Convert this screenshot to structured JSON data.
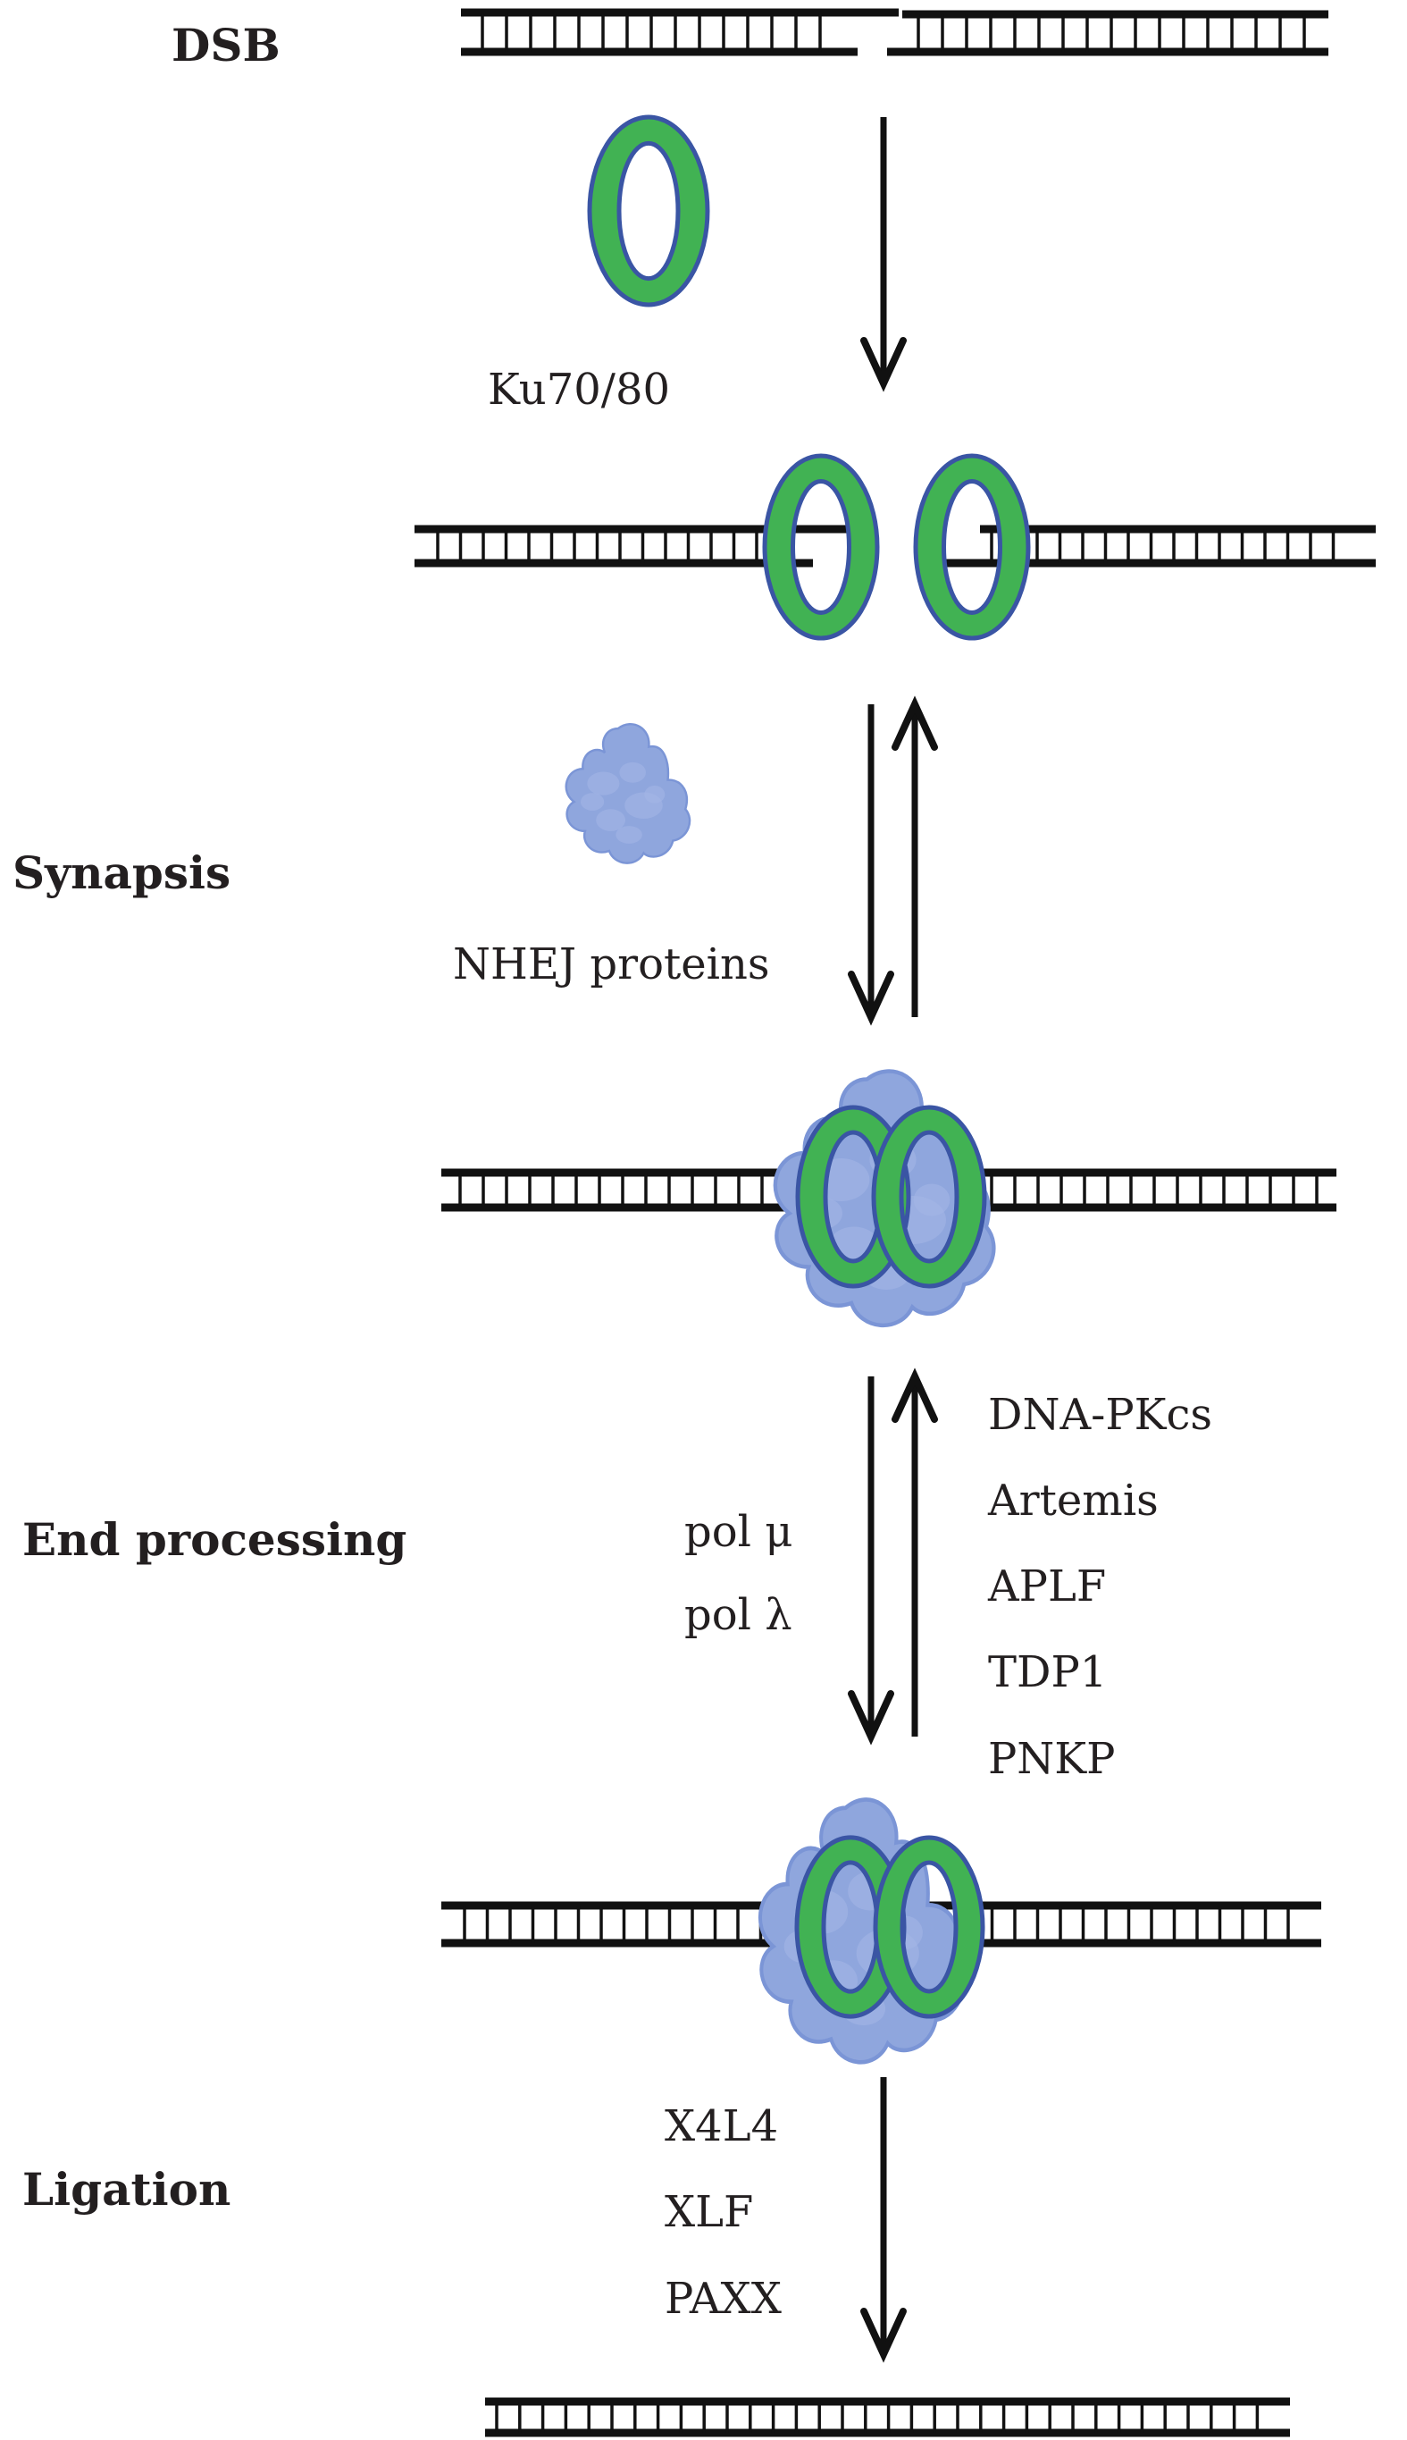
{
  "title": "NHEJ pathway",
  "colors": {
    "dna": "#111111",
    "ku_fill": "#41b253",
    "ku_stroke": "#3a55a4",
    "protein_blob": "#8fa6dd",
    "protein_blob_edge": "#7b95d6",
    "text": "#231f20"
  },
  "stages": [
    {
      "id": "dsb",
      "label": "DSB"
    },
    {
      "id": "synapsis",
      "label": "Synapsis"
    },
    {
      "id": "end_processing",
      "label": "End processing"
    },
    {
      "id": "ligation",
      "label": "Ligation"
    }
  ],
  "factors": {
    "ku": "Ku70/80",
    "nhej": "NHEJ proteins",
    "polymerases": [
      "pol μ",
      "pol λ"
    ],
    "processing": [
      "DNA-PKcs",
      "Artemis",
      "APLF",
      "TDP1",
      "PNKP"
    ],
    "ligation": [
      "X4L4",
      "XLF",
      "PAXX"
    ]
  },
  "steps": [
    {
      "from": "DSB",
      "to": "Ku-bound ends",
      "direction": "forward"
    },
    {
      "from": "Ku-bound ends",
      "to": "Synapsis",
      "direction": "reversible"
    },
    {
      "from": "Synapsis",
      "to": "Processed ends",
      "direction": "reversible"
    },
    {
      "from": "Processed ends",
      "to": "Ligated DNA",
      "direction": "forward"
    }
  ]
}
